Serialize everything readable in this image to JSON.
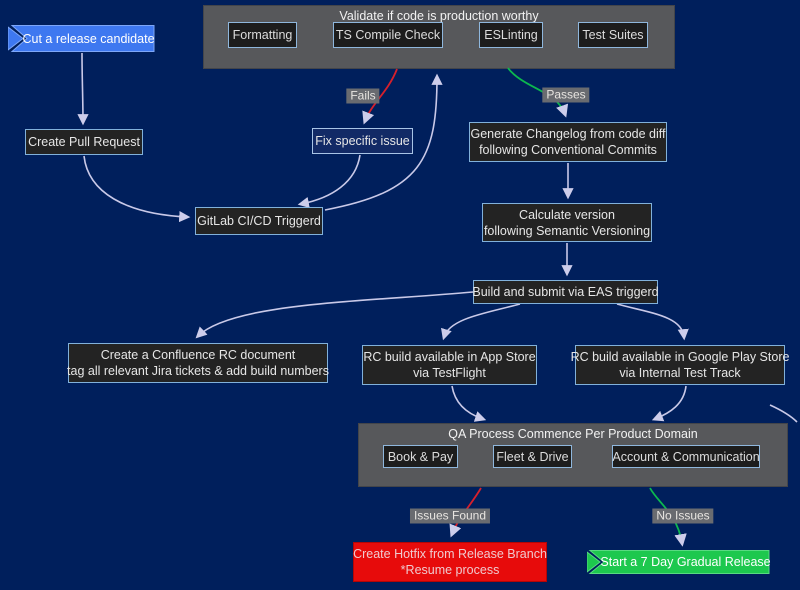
{
  "diagram": {
    "clusters": {
      "validate": {
        "title": "Validate if code is production worthy",
        "items": {
          "formatting": "Formatting",
          "ts_compile": "TS Compile Check",
          "eslinting": "ESLinting",
          "test_suites": "Test Suites"
        }
      },
      "qa": {
        "title": "QA Process Commence Per Product Domain",
        "items": {
          "book_pay": "Book & Pay",
          "fleet_drive": "Fleet & Drive",
          "account_comm": "Account & Communication"
        }
      }
    },
    "nodes": {
      "cut": {
        "label": "Cut a release candidate"
      },
      "create_pr": {
        "label": "Create Pull Request"
      },
      "fix_issue": {
        "label": "Fix specific issue"
      },
      "gitlab": {
        "label": "GitLab CI/CD Triggerd"
      },
      "changelog": {
        "line1": "Generate Changelog from code diff",
        "line2": "following Conventional Commits"
      },
      "calc_version": {
        "line1": "Calculate version",
        "line2": "following Semantic Versioning"
      },
      "eas": {
        "label": "Build and submit via EAS triggerd"
      },
      "confluence": {
        "line1": "Create a Confluence RC document",
        "line2": "tag all relevant Jira tickets & add build numbers"
      },
      "appstore": {
        "line1": "RC build available in App Store",
        "line2": "via TestFlight"
      },
      "googleplay": {
        "line1": "RC build available in Google Play Store",
        "line2": "via Internal Test Track"
      },
      "hotfix": {
        "line1": "Create Hotfix from Release Branch",
        "line2": "*Resume process"
      },
      "gradual": {
        "label": "Start a 7 Day Gradual Release"
      }
    },
    "edge_labels": {
      "fails": "Fails",
      "passes": "Passes",
      "issues_found": "Issues Found",
      "no_issues": "No Issues"
    },
    "colors": {
      "background": "#001f5c",
      "cluster_fill": "#57585b",
      "node_fill": "#232323",
      "node_border": "#81b1db",
      "edge_default": "#c9c9e8",
      "edge_fail": "#d6202c",
      "edge_pass": "#0cb84e",
      "flag_blue": "#3e78f0",
      "flag_green": "#1dc84e",
      "hotfix_red": "#e70b0b"
    }
  }
}
